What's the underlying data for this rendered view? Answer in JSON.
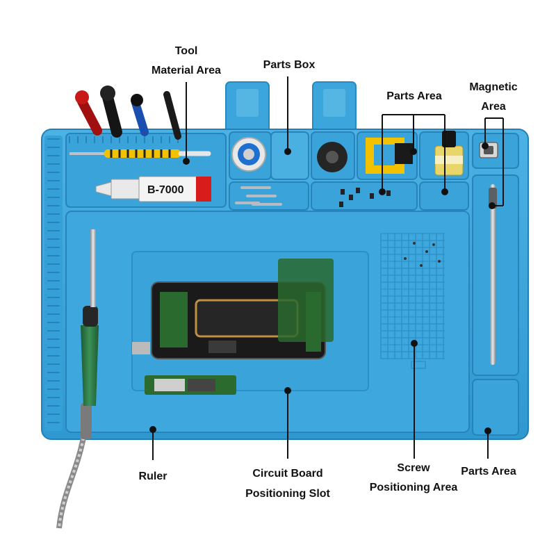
{
  "labels": {
    "tool_material_line1": "Tool",
    "tool_material_line2": "Material Area",
    "parts_box": "Parts Box",
    "parts_area_top": "Parts Area",
    "magnetic_line1": "Magnetic",
    "magnetic_line2": "Area",
    "ruler": "Ruler",
    "circuit_line1": "Circuit Board",
    "circuit_line2": "Positioning Slot",
    "screw_line1": "Screw",
    "screw_line2": "Positioning Area",
    "parts_area_bottom": "Parts Area"
  },
  "products": {
    "glue_tube_text": "B-7000"
  },
  "colors": {
    "mat_blue": "#3ca6dc",
    "mat_dark": "#2689c0",
    "mat_light": "#62bde8",
    "iron_green": "#2f7a45"
  }
}
